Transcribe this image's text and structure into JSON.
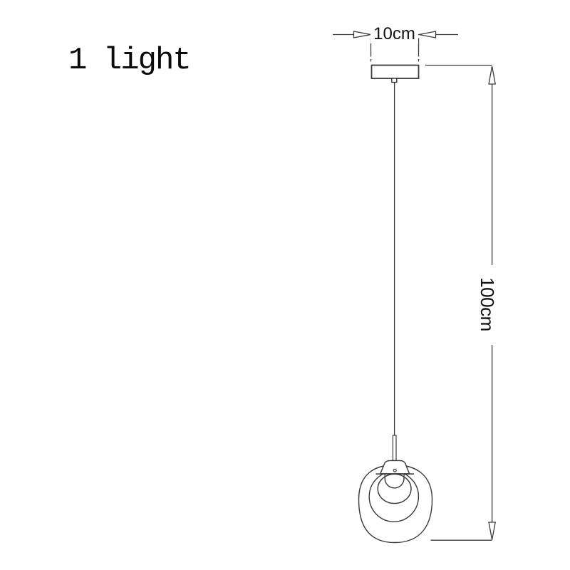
{
  "title": "1 light",
  "dimensions": {
    "width": {
      "label": "10cm"
    },
    "height": {
      "label": "100cm"
    }
  },
  "figure": {
    "parts": [
      "ceiling-canopy",
      "suspension-cord",
      "lamp-stem",
      "lamp-holder-cap",
      "bulb",
      "inner-glass-shade",
      "middle-glass-shade",
      "outer-glass-shade"
    ]
  },
  "colors": {
    "background": "#ffffff",
    "line": "#3a3a3a",
    "label_text": "#111111"
  }
}
